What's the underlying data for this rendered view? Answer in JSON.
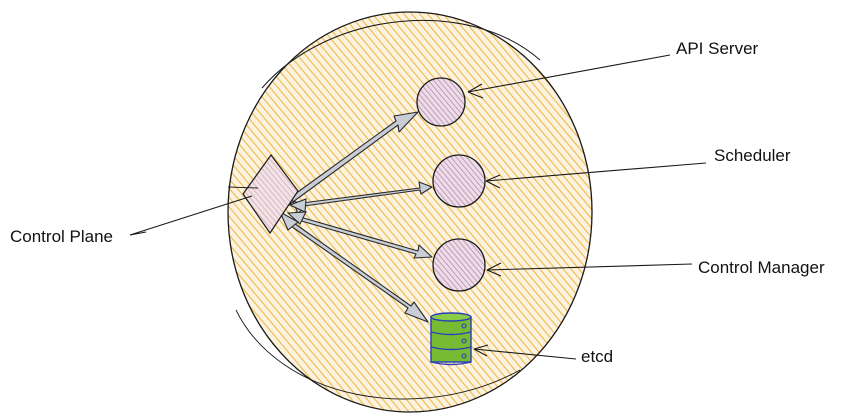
{
  "labels": {
    "api_server": "API Server",
    "scheduler": "Scheduler",
    "control_manager": "Control Manager",
    "etcd": "etcd",
    "control_plane": "Control Plane"
  },
  "colors": {
    "cluster_fill": "#f5c96b",
    "cluster_stroke": "#1a1a1a",
    "component_fill": "#d3a8c6",
    "control_plane_fill": "#e6c3cf",
    "etcd_fill": "#77bb33",
    "etcd_stroke": "#2a3dba",
    "arrow_fill": "#c9ced6",
    "line": "#1a1a1a"
  },
  "icons": {
    "control_plane": "diamond-node-icon",
    "components": "circle-node-icon",
    "etcd": "database-cylinder-icon"
  }
}
